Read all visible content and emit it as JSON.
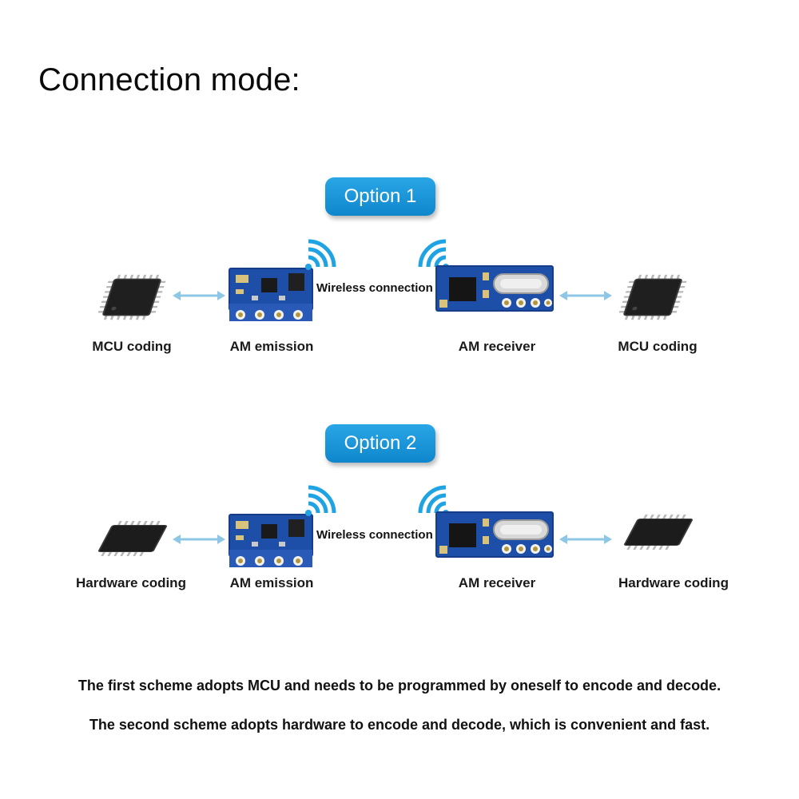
{
  "title": "Connection mode:",
  "options": [
    {
      "badge": "Option 1",
      "wireless": "Wireless connection",
      "labels": {
        "left_chip": "MCU coding",
        "emitter": "AM emission",
        "receiver": "AM receiver",
        "right_chip": "MCU coding"
      },
      "chip_style": "qfp"
    },
    {
      "badge": "Option 2",
      "wireless": "Wireless connection",
      "labels": {
        "left_chip": "Hardware coding",
        "emitter": "AM emission",
        "receiver": "AM receiver",
        "right_chip": "Hardware coding"
      },
      "chip_style": "sop"
    }
  ],
  "notes": [
    "The first scheme adopts MCU and needs to be programmed by oneself to encode and decode.",
    "The second scheme adopts hardware to encode and decode, which is convenient and fast."
  ],
  "colors": {
    "accent": "#1590d6",
    "arrow": "#8ec7e6",
    "pcb": "#1e4fa8",
    "signal": "#1fa3e3"
  },
  "icons": [
    "double-arrow-icon",
    "wifi-signal-icon",
    "chip-icon",
    "rf-module-icon"
  ]
}
